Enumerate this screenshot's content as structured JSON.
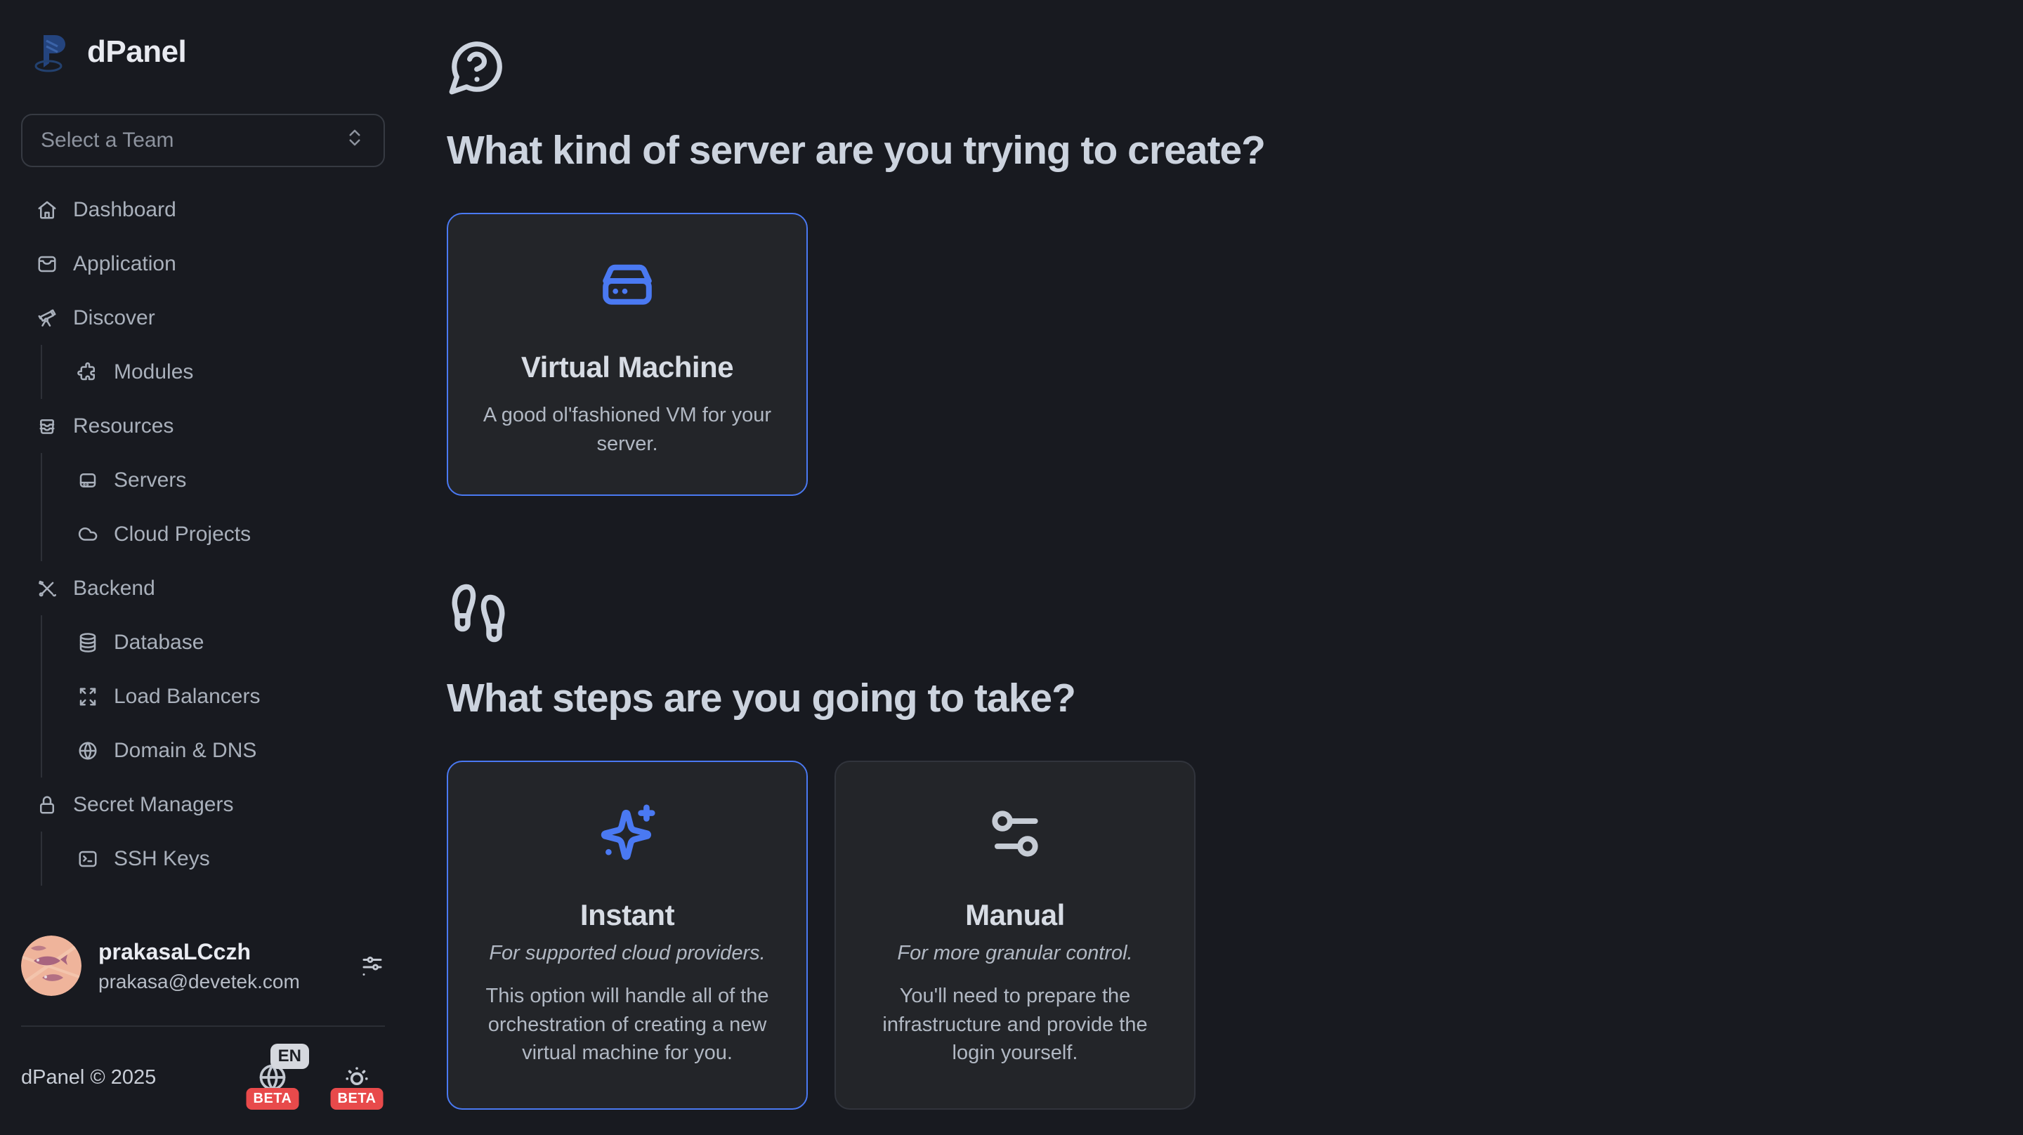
{
  "brand": {
    "name": "dPanel"
  },
  "team_selector": {
    "placeholder": "Select a Team"
  },
  "sidebar": {
    "items": [
      {
        "label": "Dashboard",
        "icon": "house"
      },
      {
        "label": "Application",
        "icon": "app-wallet"
      },
      {
        "label": "Discover",
        "icon": "telescope",
        "children": [
          {
            "label": "Modules",
            "icon": "puzzle"
          }
        ]
      },
      {
        "label": "Resources",
        "icon": "archive-box",
        "children": [
          {
            "label": "Servers",
            "icon": "hard-drive"
          },
          {
            "label": "Cloud Projects",
            "icon": "cloud"
          }
        ]
      },
      {
        "label": "Backend",
        "icon": "crossed-tools",
        "children": [
          {
            "label": "Database",
            "icon": "database"
          },
          {
            "label": "Load Balancers",
            "icon": "expand-arrows"
          },
          {
            "label": "Domain & DNS",
            "icon": "globe"
          }
        ]
      },
      {
        "label": "Secret Managers",
        "icon": "lock",
        "children": [
          {
            "label": "SSH Keys",
            "icon": "terminal"
          }
        ]
      }
    ]
  },
  "user": {
    "name": "prakasaLCczh",
    "email": "prakasa@devetek.com"
  },
  "footer": {
    "copyright": "dPanel © 2025",
    "language_badge": "EN",
    "beta_label": "BETA"
  },
  "main": {
    "section1": {
      "title": "What kind of server are you trying to create?",
      "icon": "message-circle-question",
      "cards": [
        {
          "title": "Virtual Machine",
          "description": "A good ol'fashioned VM for your server.",
          "icon": "hard-drive-blue",
          "selected": true
        }
      ]
    },
    "section2": {
      "title": "What steps are you going to take?",
      "icon": "footprints",
      "cards": [
        {
          "title": "Instant",
          "subtitle": "For supported cloud providers.",
          "description": "This option will handle all of the orchestration of creating a new virtual machine for you.",
          "icon": "sparkles",
          "selected": true
        },
        {
          "title": "Manual",
          "subtitle": "For more granular control.",
          "description": "You'll need to prepare the infrastructure and provide the login yourself.",
          "icon": "horizontal-sliders",
          "selected": false
        }
      ]
    }
  },
  "colors": {
    "accent": "#4a79f2",
    "badge_red": "#e84a4b"
  }
}
